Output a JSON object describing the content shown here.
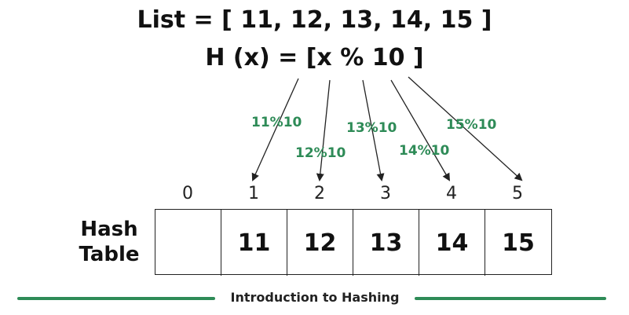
{
  "list_title": "List = [ 11, 12, 13, 14, 15 ]",
  "hash_function": "H (x) = [x % 10 ]",
  "operations": [
    "11%10",
    "12%10",
    "13%10",
    "14%10",
    "15%10"
  ],
  "indices": [
    "0",
    "1",
    "2",
    "3",
    "4",
    "5"
  ],
  "table_label_line1": "Hash",
  "table_label_line2": "Table",
  "cells": [
    "",
    "11",
    "12",
    "13",
    "14",
    "15"
  ],
  "footer": "Introduction to Hashing",
  "colors": {
    "accent": "#2e8b57",
    "text": "#111111"
  }
}
